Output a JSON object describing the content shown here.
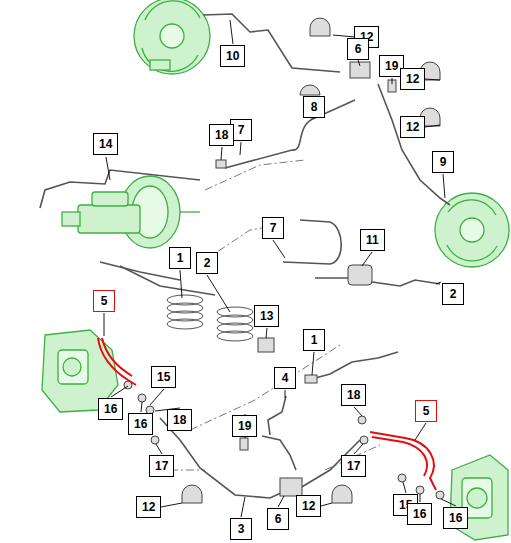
{
  "diagram": {
    "labels": [
      "10",
      "12",
      "6",
      "19",
      "12",
      "8",
      "7",
      "18",
      "12",
      "14",
      "9",
      "7",
      "11",
      "1",
      "2",
      "2",
      "5",
      "13",
      "1",
      "15",
      "4",
      "16",
      "16",
      "18",
      "18",
      "5",
      "19",
      "17",
      "17",
      "12",
      "15",
      "16",
      "16",
      "6",
      "12",
      "3"
    ]
  }
}
